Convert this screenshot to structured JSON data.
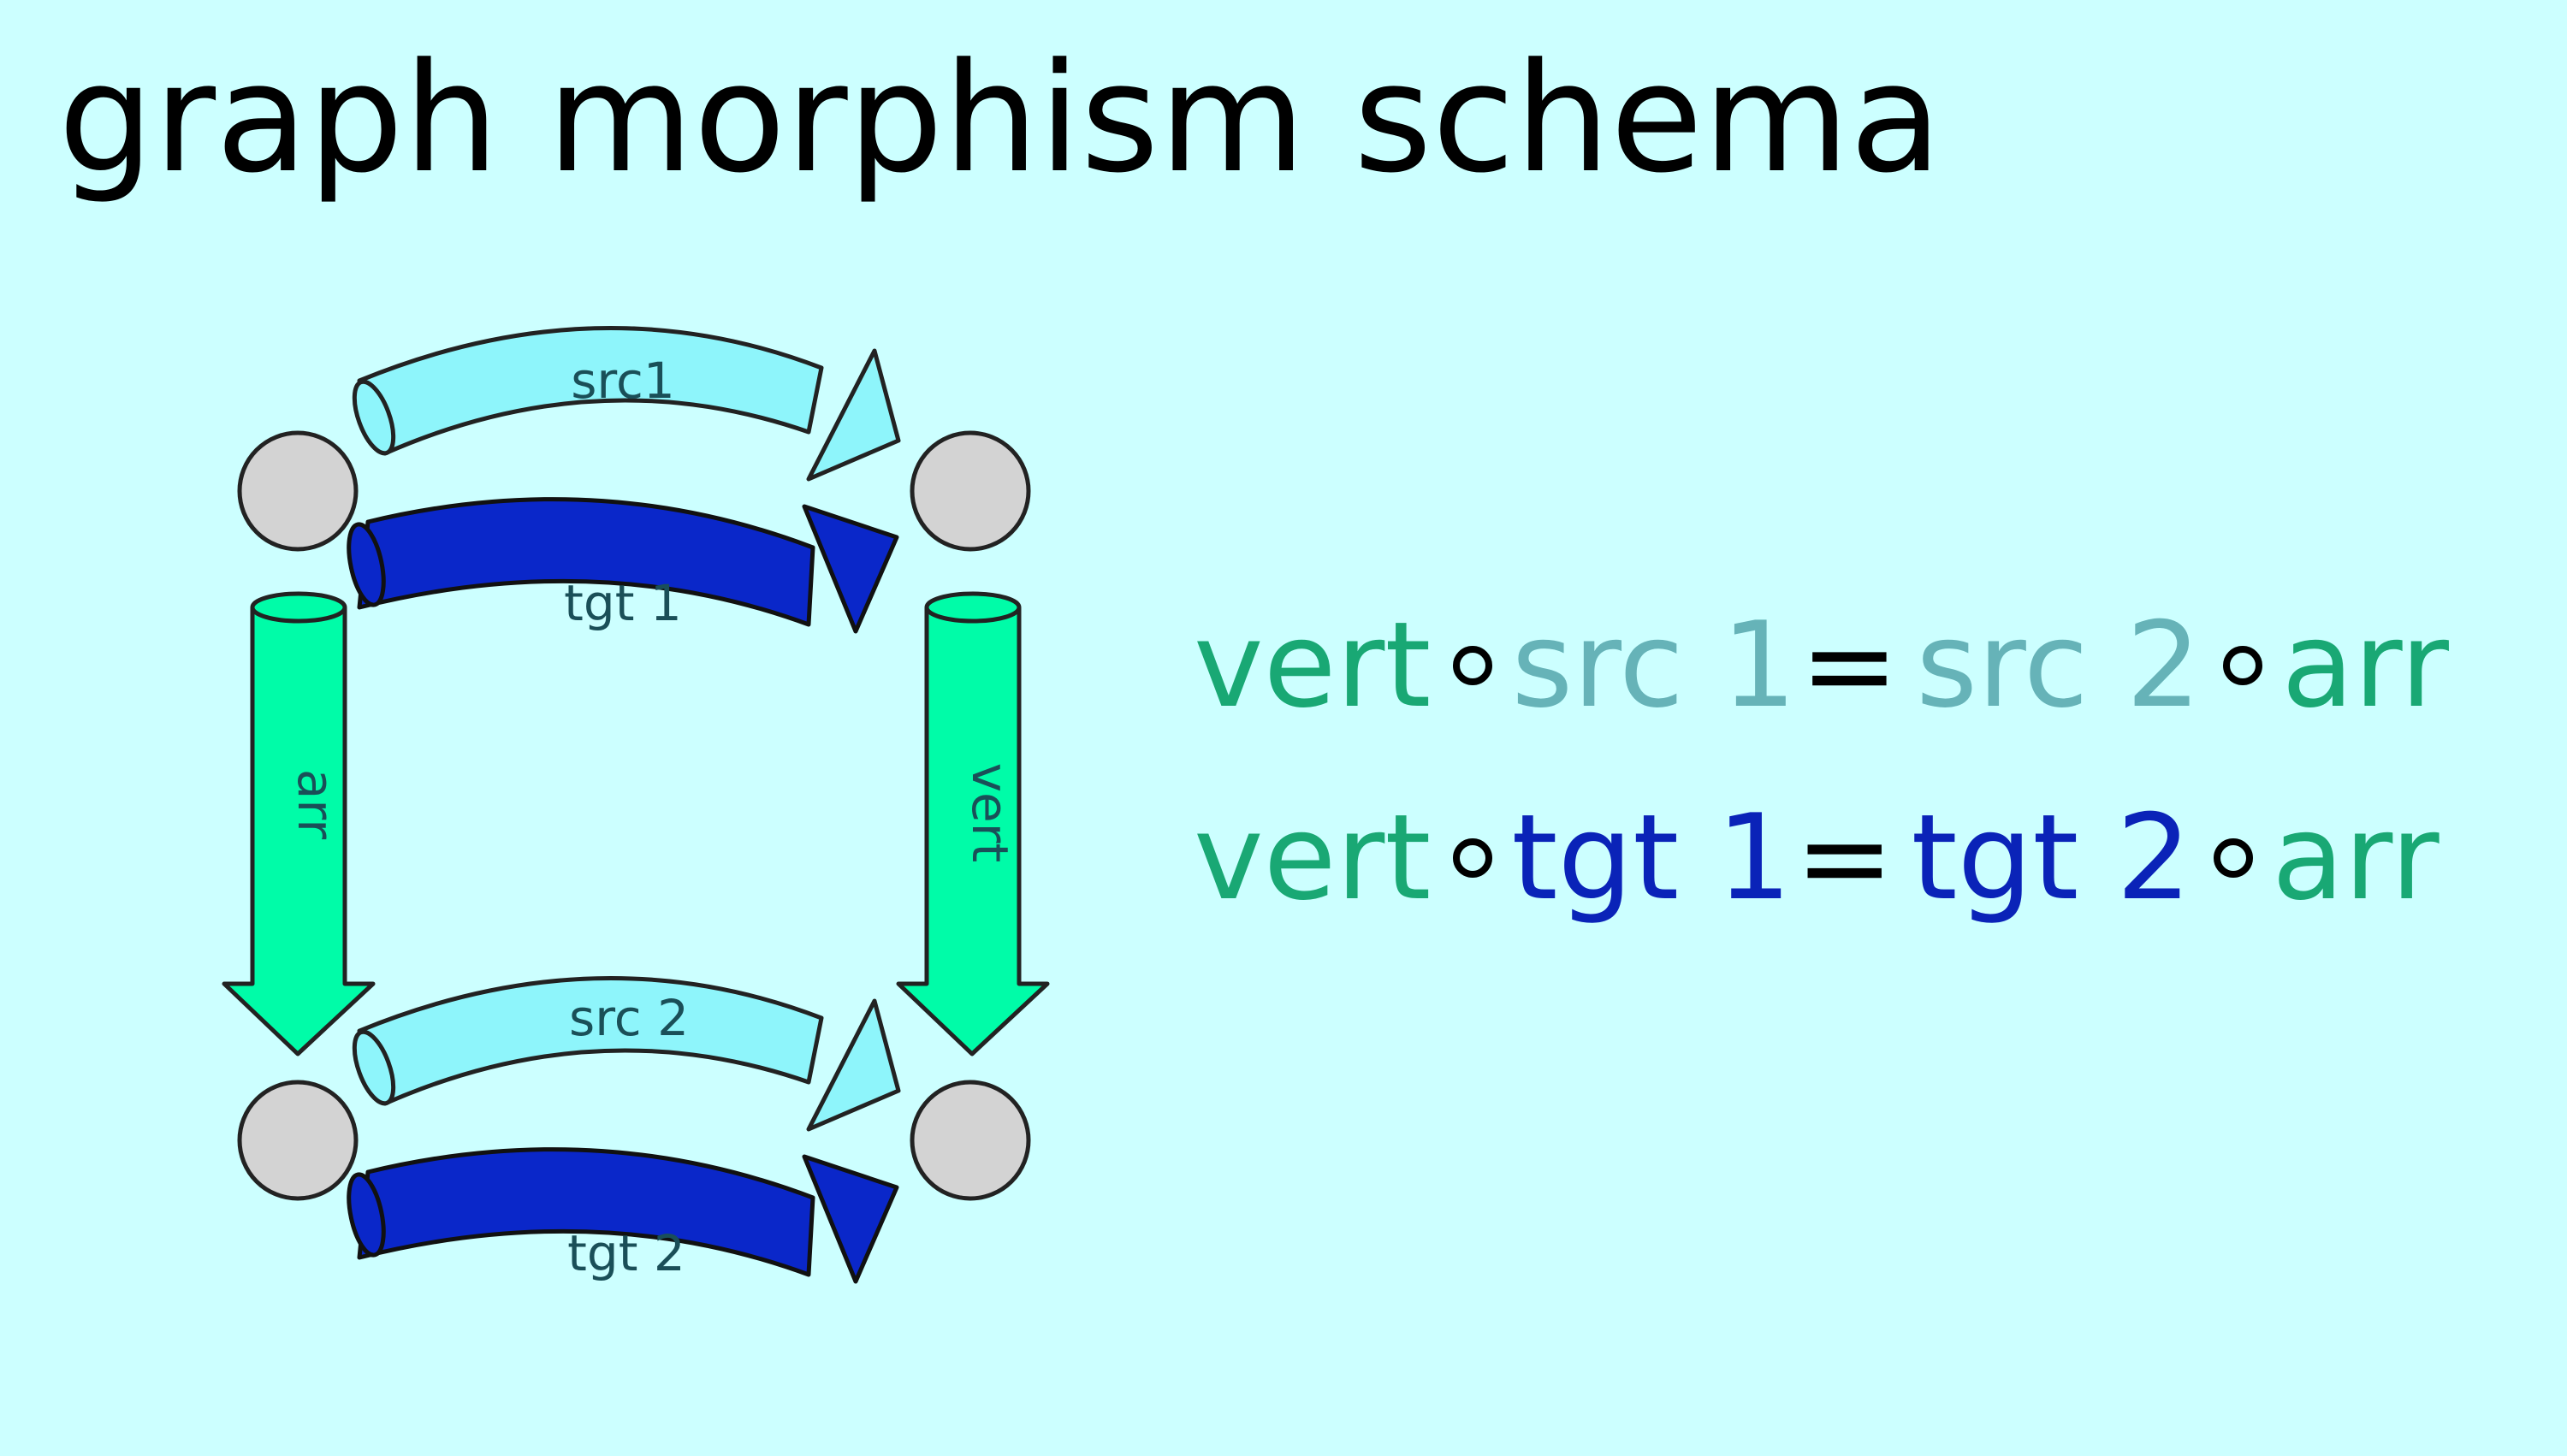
{
  "title": "graph morphism schema",
  "colors": {
    "background": "#ccffff",
    "vertex_fill": "#d3d3d3",
    "src_arrow": "#8ef5fb",
    "tgt_arrow": "#0a27c9",
    "map_arrow": "#00fca8",
    "vert_text": "#19a874",
    "src_text": "#66b3b8",
    "tgt_text": "#0a23b8"
  },
  "diagram": {
    "labels": {
      "src1": "src1",
      "tgt1": "tgt 1",
      "src2": "src 2",
      "tgt2": "tgt 2",
      "arr": "arr",
      "vert": "vert"
    }
  },
  "equations": [
    {
      "lhs_map": "vert",
      "lhs_arrow": "src 1",
      "equals": "=",
      "rhs_arrow": "src 2",
      "rhs_map": "arr"
    },
    {
      "lhs_map": "vert",
      "lhs_arrow": "tgt 1",
      "equals": "=",
      "rhs_arrow": "tgt 2",
      "rhs_map": "arr"
    }
  ]
}
